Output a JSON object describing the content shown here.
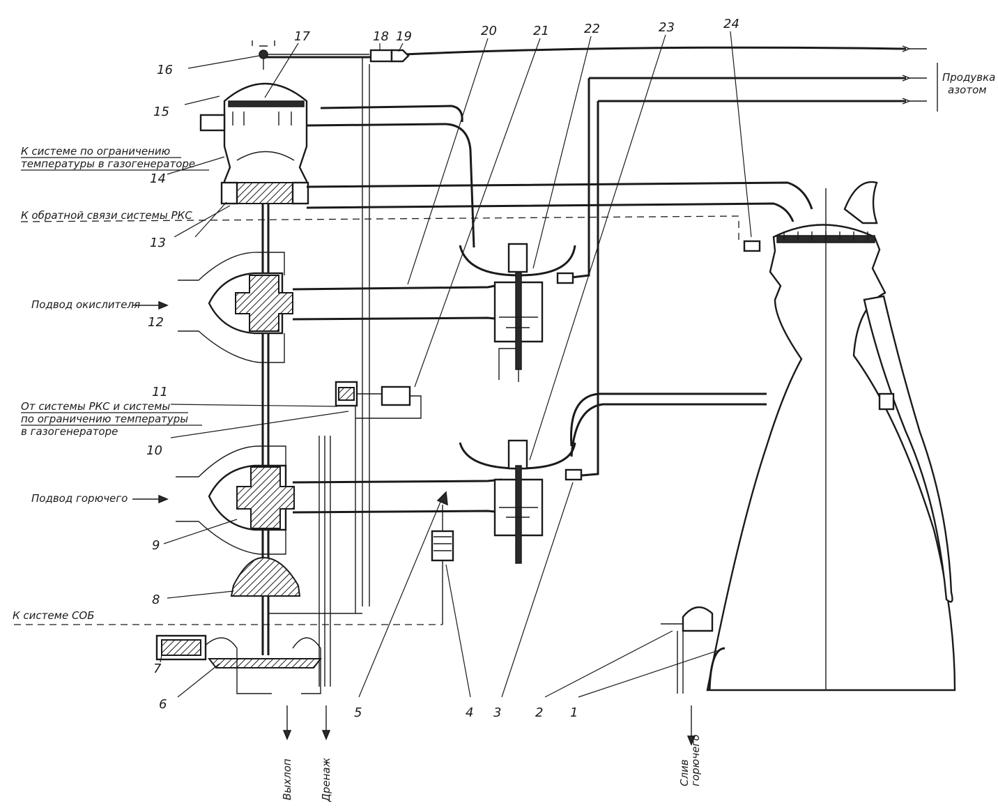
{
  "diagram": {
    "numbers": [
      "1",
      "2",
      "3",
      "4",
      "5",
      "6",
      "7",
      "8",
      "9",
      "10",
      "11",
      "12",
      "13",
      "14",
      "15",
      "16",
      "17",
      "18",
      "19",
      "20",
      "21",
      "22",
      "23",
      "24"
    ],
    "captions": {
      "gg_temp_1": "К системе по ограничению",
      "gg_temp_2": "температуры в газогенераторе",
      "rks_feedback": "К обратной связи системы РКС",
      "oxidizer_feed": "Подвод окислителя",
      "from_rks_1": "От системы РКС и системы",
      "from_rks_2": "по ограничению температуры",
      "from_rks_3": "в газогенераторе",
      "fuel_feed": "Подвод горючего",
      "sob_system": "К системе СОБ",
      "exhaust": "Выхлоп",
      "drain": "Дренаж",
      "fuel_dump_1": "Слив",
      "fuel_dump_2": "горючего",
      "nitrogen_purge_1": "Продувка",
      "nitrogen_purge_2": "азотом"
    }
  }
}
